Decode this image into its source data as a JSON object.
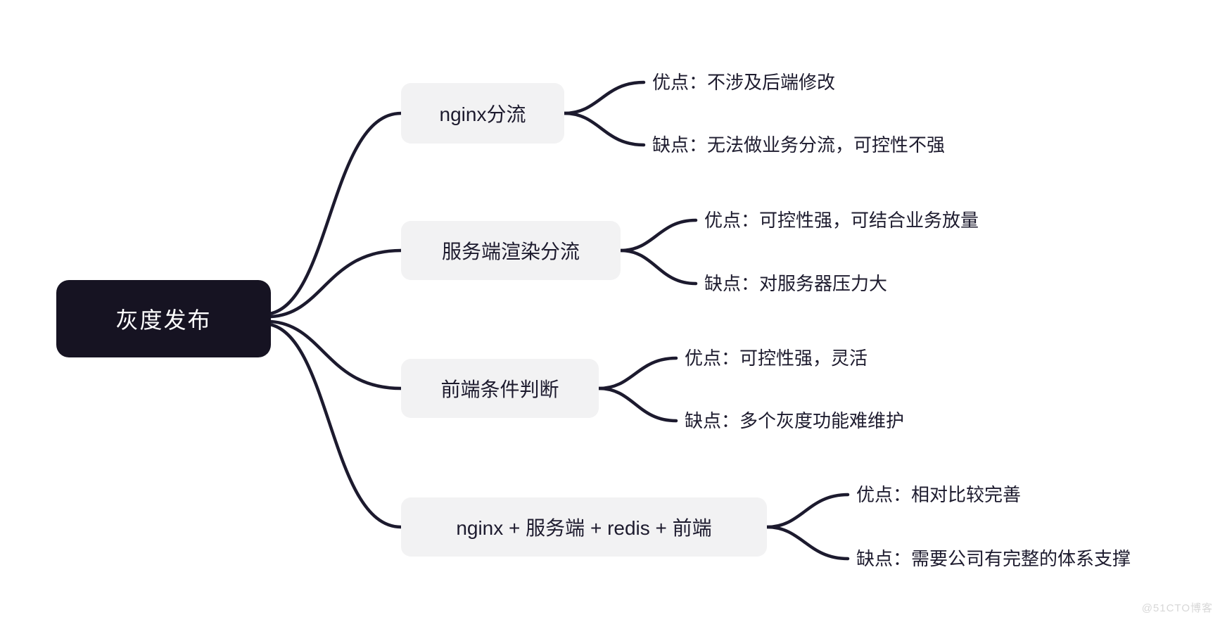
{
  "page": {
    "watermark": "@51CTO博客"
  },
  "colors": {
    "bg": "#ffffff",
    "root_bg": "#161322",
    "root_text": "#ffffff",
    "branch_bg": "#f2f2f3",
    "text_dark": "#1d1b2e",
    "line": "#1c1a2e",
    "watermark": "#d7d7d7"
  },
  "mindmap": {
    "root": {
      "label": "灰度发布"
    },
    "branches": [
      {
        "label": "nginx分流",
        "pros": "优点：不涉及后端修改",
        "cons": "缺点：无法做业务分流，可控性不强"
      },
      {
        "label": "服务端渲染分流",
        "pros": "优点：可控性强，可结合业务放量",
        "cons": "缺点：对服务器压力大"
      },
      {
        "label": "前端条件判断",
        "pros": "优点：可控性强，灵活",
        "cons": "缺点：多个灰度功能难维护"
      },
      {
        "label": "nginx + 服务端 + redis + 前端",
        "pros": "优点：相对比较完善",
        "cons": "缺点：需要公司有完整的体系支撑"
      }
    ]
  }
}
